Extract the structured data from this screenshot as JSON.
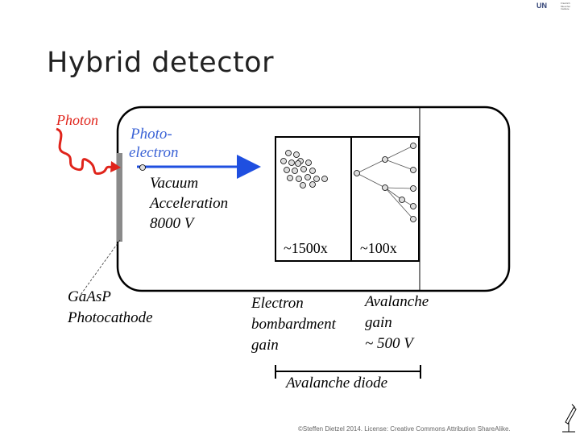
{
  "slide": {
    "title": "Hybrid detector",
    "logo_text": [
      "Friedrich",
      "Miescher",
      "Institute"
    ],
    "credit": "©Steffen Dietzel 2014. License: Creative Commons Attribution ShareAlike."
  },
  "diagram": {
    "photon_label": "Photon",
    "photoelectron_label_1": "Photo-",
    "photoelectron_label_2": "electron",
    "vacuum_lines": [
      "Vacuum",
      "Acceleration",
      "8000 V"
    ],
    "gain_bombardment": "~1500x",
    "gain_avalanche": "~100x",
    "cathode_lines": [
      "GaAsP",
      "Photocathode"
    ],
    "electron_lines": [
      "Electron",
      "bombardment",
      "gain"
    ],
    "avalanche_lines": [
      "Avalanche",
      "gain",
      "~ 500 V"
    ],
    "diode_label": "Avalanche diode",
    "colors": {
      "photon": "#e0241b",
      "electron_arrow": "#1f4fe0",
      "label_blue": "#3b63d6",
      "outline": "#000000",
      "cathode": "#8a8a8a"
    }
  }
}
